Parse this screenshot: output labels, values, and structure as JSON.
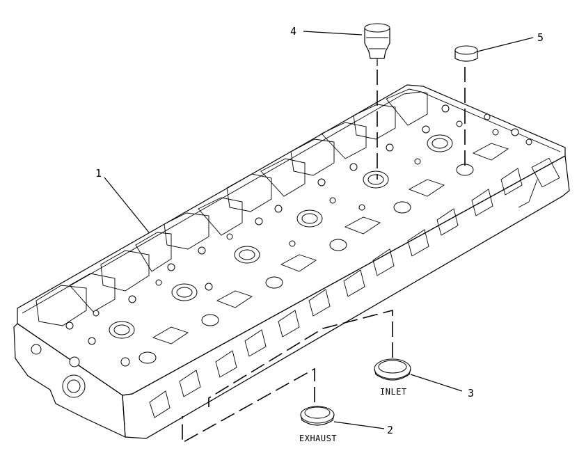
{
  "callouts": [
    {
      "id": "1",
      "text": "1"
    },
    {
      "id": "2",
      "text": "2"
    },
    {
      "id": "3",
      "text": "3"
    },
    {
      "id": "4",
      "text": "4"
    },
    {
      "id": "5",
      "text": "5"
    }
  ],
  "labels": {
    "inlet": "INLET",
    "exhaust": "EXHAUST"
  },
  "colors": {
    "line": "#000000",
    "background": "#ffffff"
  }
}
